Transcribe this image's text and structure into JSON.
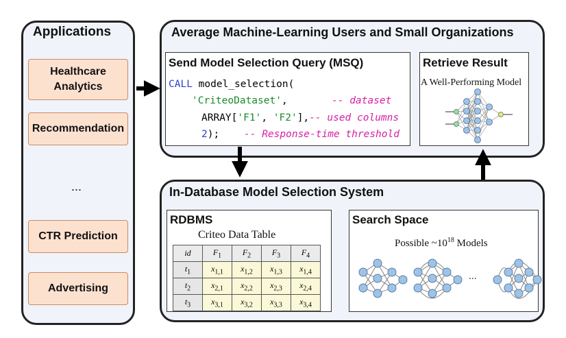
{
  "applications": {
    "title": "Applications",
    "items": [
      "Healthcare\nAnalytics",
      "Recommendation",
      "CTR Prediction",
      "Advertising"
    ],
    "ellipsis": "..."
  },
  "users_panel": {
    "title": "Average Machine-Learning Users and Small Organizations",
    "query": {
      "title": "Send Model Selection Query (MSQ)",
      "line1_kw": "CALL",
      "line1_rest": " model_selection(",
      "line2_str": "'CriteoDataset'",
      "line2_sep": ",",
      "line2_comment": "-- dataset",
      "line3_pre": "ARRAY[",
      "line3_s1": "'F1'",
      "line3_mid": ", ",
      "line3_s2": "'F2'",
      "line3_post": "],",
      "line3_comment": "-- used columns",
      "line4_num": "2",
      "line4_rest": ");",
      "line4_comment": "-- Response-time threshold"
    },
    "result": {
      "title": "Retrieve Result",
      "subtitle": "A Well-Performing Model"
    }
  },
  "system_panel": {
    "title": "In-Database Model Selection System",
    "rdbms": {
      "title": "RDBMS",
      "table_title": "Criteo Data Table",
      "header": {
        "id": "id",
        "cols": [
          {
            "b": "F",
            "s": "1"
          },
          {
            "b": "F",
            "s": "2"
          },
          {
            "b": "F",
            "s": "3"
          },
          {
            "b": "F",
            "s": "4"
          }
        ]
      },
      "rows": [
        {
          "id": {
            "b": "t",
            "s": "1"
          },
          "cells": [
            {
              "b": "x",
              "s": "1,1"
            },
            {
              "b": "x",
              "s": "1,2"
            },
            {
              "b": "x",
              "s": "1,3"
            },
            {
              "b": "x",
              "s": "1,4"
            }
          ]
        },
        {
          "id": {
            "b": "t",
            "s": "2"
          },
          "cells": [
            {
              "b": "x",
              "s": "2,1"
            },
            {
              "b": "x",
              "s": "2,2"
            },
            {
              "b": "x",
              "s": "2,3"
            },
            {
              "b": "x",
              "s": "2,4"
            }
          ]
        },
        {
          "id": {
            "b": "t",
            "s": "3"
          },
          "cells": [
            {
              "b": "x",
              "s": "3,1"
            },
            {
              "b": "x",
              "s": "3,2"
            },
            {
              "b": "x",
              "s": "3,3"
            },
            {
              "b": "x",
              "s": "3,4"
            }
          ]
        }
      ]
    },
    "search_space": {
      "title": "Search Space",
      "caption_pre": "Possible ~10",
      "caption_exp": "18",
      "caption_post": " Models",
      "ellipsis": "..."
    }
  },
  "colors": {
    "panel_bg": "#f0f4fa",
    "app_box_bg": "#fde1cf",
    "node_fill": "#9ec3e6",
    "output_node": "#f5e65a",
    "input_node": "#9ce08c",
    "comment": "#d61ea3",
    "keyword": "#2b3fd1",
    "string": "#1a8a2a"
  }
}
